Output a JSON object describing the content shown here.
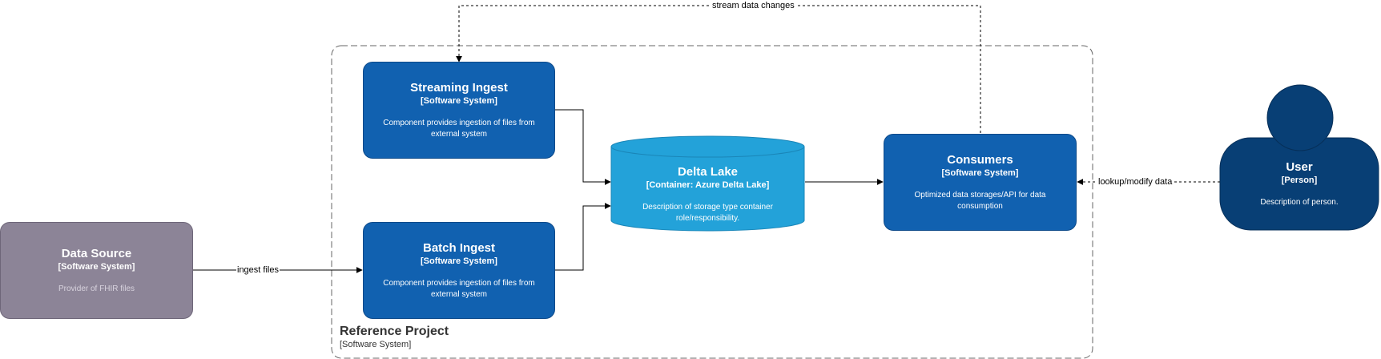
{
  "boundary": {
    "title": "Reference Project",
    "type": "[Software System]"
  },
  "nodes": {
    "streaming_ingest": {
      "title": "Streaming Ingest",
      "type": "[Software System]",
      "description": "Component provides ingestion of files from external system"
    },
    "batch_ingest": {
      "title": "Batch Ingest",
      "type": "[Software System]",
      "description": "Component provides ingestion of files from external system"
    },
    "delta_lake": {
      "title": "Delta Lake",
      "type": "[Container: Azure Delta Lake]",
      "description": "Description of storage type container role/responsibility."
    },
    "consumers": {
      "title": "Consumers",
      "type": "[Software System]",
      "description": "Optimized data storages/API for data consumption"
    },
    "data_source": {
      "title": "Data Source",
      "type": "[Software System]",
      "description": "Provider of FHIR files"
    },
    "user": {
      "title": "User",
      "type": "[Person]",
      "description": "Description of person."
    }
  },
  "edges": {
    "ingest_files": "ingest files",
    "stream_data_changes": "stream data changes",
    "lookup_modify_data": "lookup/modify data"
  },
  "colors": {
    "system": "#1161b0",
    "container": "#23a2d9",
    "external": "#8c8497",
    "person": "#083f75",
    "edge": "#000000",
    "boundary": "#666666"
  }
}
